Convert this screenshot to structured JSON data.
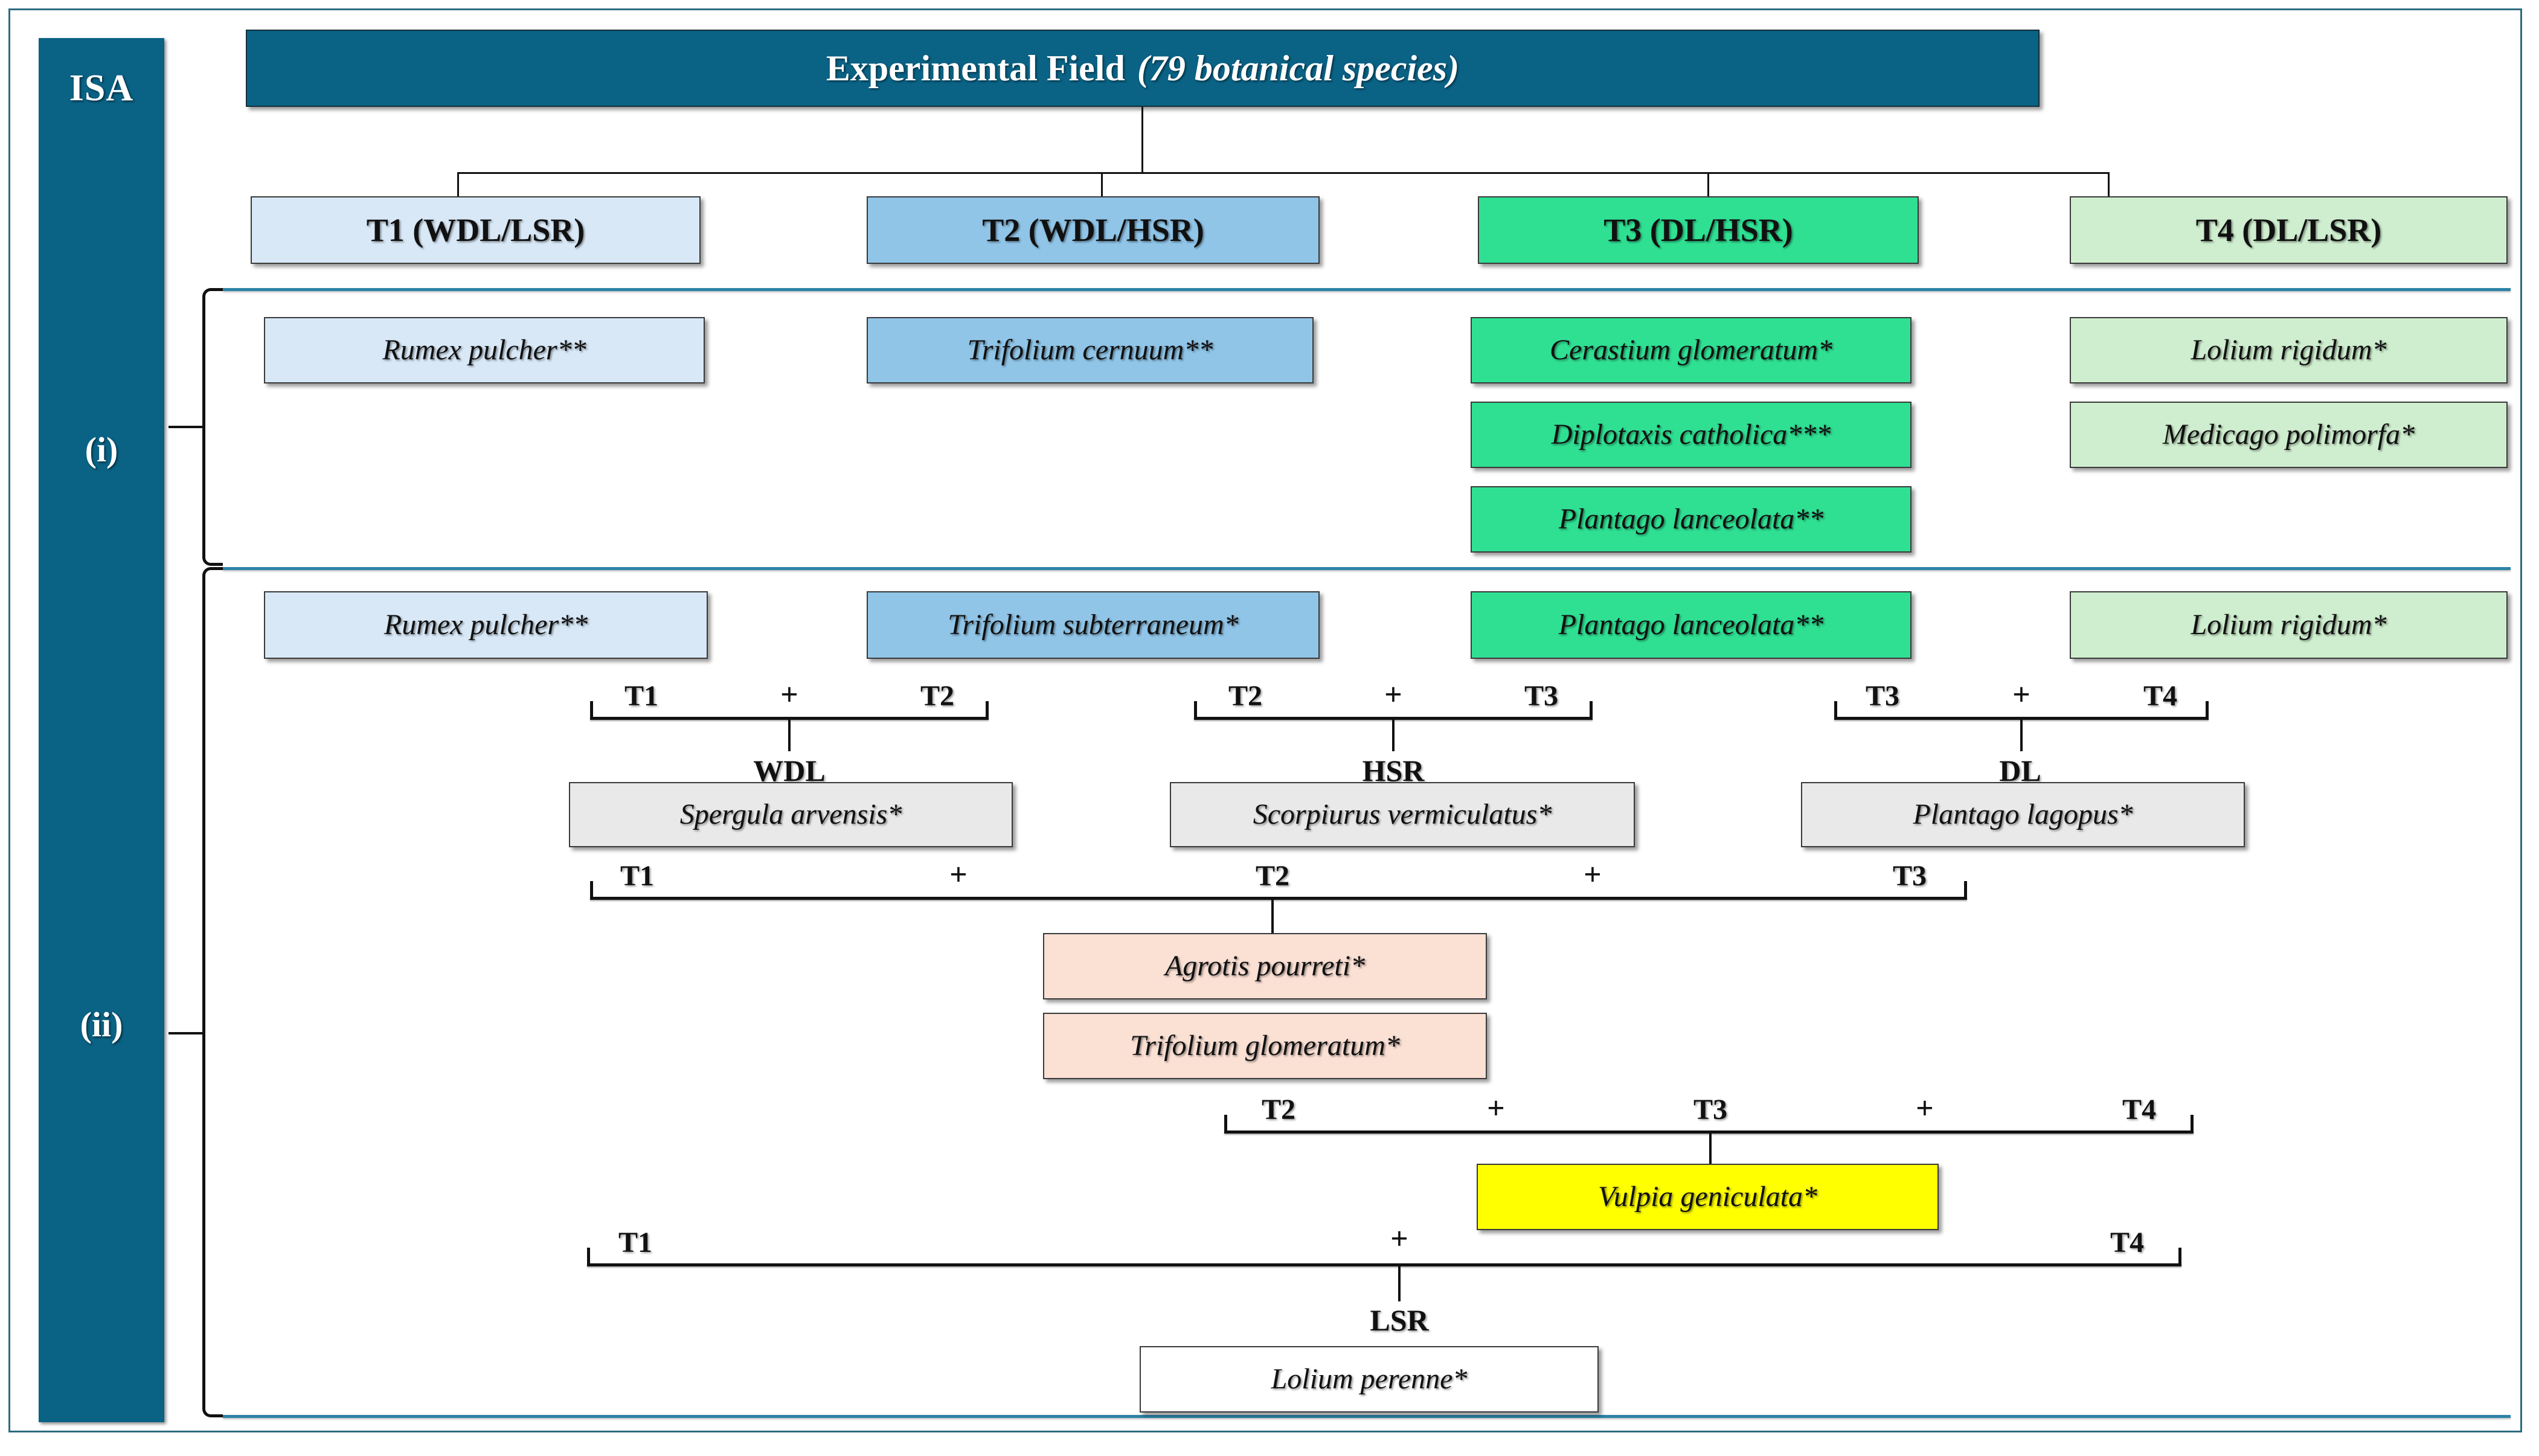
{
  "sidebar": {
    "title": "ISA",
    "section_i": "(i)",
    "section_ii": "(ii)"
  },
  "root": {
    "label_main": "Experimental Field",
    "label_detail": "(79 botanical species)"
  },
  "treatments": [
    {
      "label": "T1 (WDL/LSR)",
      "color": "#d8e8f7"
    },
    {
      "label": "T2 (WDL/HSR)",
      "color": "#90c5e8"
    },
    {
      "label": "T3 (DL/HSR)",
      "color": "#2fe093"
    },
    {
      "label": "T4 (DL/LSR)",
      "color": "#cfeecf"
    }
  ],
  "section_i": {
    "t1": [
      "Rumex pulcher**"
    ],
    "t2": [
      "Trifolium cernuum**"
    ],
    "t3": [
      "Cerastium glomeratum*",
      "Diplotaxis catholica***",
      "Plantago lanceolata**"
    ],
    "t4": [
      "Lolium rigidum*",
      "Medicago polimorfa*"
    ]
  },
  "section_ii": {
    "row_single": [
      {
        "label": "Rumex pulcher**",
        "color": "#d8e8f7"
      },
      {
        "label": "Trifolium subterraneum*",
        "color": "#90c5e8"
      },
      {
        "label": "Plantago lanceolata**",
        "color": "#2fe093"
      },
      {
        "label": "Lolium rigidum*",
        "color": "#cfeecf"
      }
    ],
    "pair_groups": [
      {
        "left": "T1",
        "plus": "+",
        "right": "T2",
        "name": "WDL"
      },
      {
        "left": "T2",
        "plus": "+",
        "right": "T3",
        "name": "HSR"
      },
      {
        "left": "T3",
        "plus": "+",
        "right": "T4",
        "name": "DL"
      }
    ],
    "row_pair_boxes": [
      {
        "label": "Spergula arvensis*",
        "color": "#e9e9e9"
      },
      {
        "label": "Scorpiurus vermiculatus*",
        "color": "#e9e9e9"
      },
      {
        "label": "Plantago lagopus*",
        "color": "#e9e9e9"
      }
    ],
    "triple_group_123": {
      "left": "T1",
      "plus1": "+",
      "mid": "T2",
      "plus2": "+",
      "right": "T3",
      "name": ""
    },
    "row_triple_boxes": [
      {
        "label": "Agrotis pourreti*",
        "color": "#fbe0d4"
      },
      {
        "label": "Trifolium glomeratum*",
        "color": "#fbe0d4"
      }
    ],
    "triple_group_234": {
      "left": "T2",
      "plus1": "+",
      "mid": "T3",
      "plus2": "+",
      "right": "T4",
      "name": ""
    },
    "row_yellow_box": {
      "label": "Vulpia geniculata*",
      "color": "#ffff00"
    },
    "full_group_14": {
      "left": "T1",
      "plus": "+",
      "right": "T4",
      "name": "LSR"
    },
    "row_final_box": {
      "label": "Lolium perenne*",
      "color": "#ffffff"
    }
  },
  "colors": {
    "brand_teal": "#0a6285",
    "rule_teal": "#2d83a6",
    "frame_border": "#2d6b80"
  }
}
